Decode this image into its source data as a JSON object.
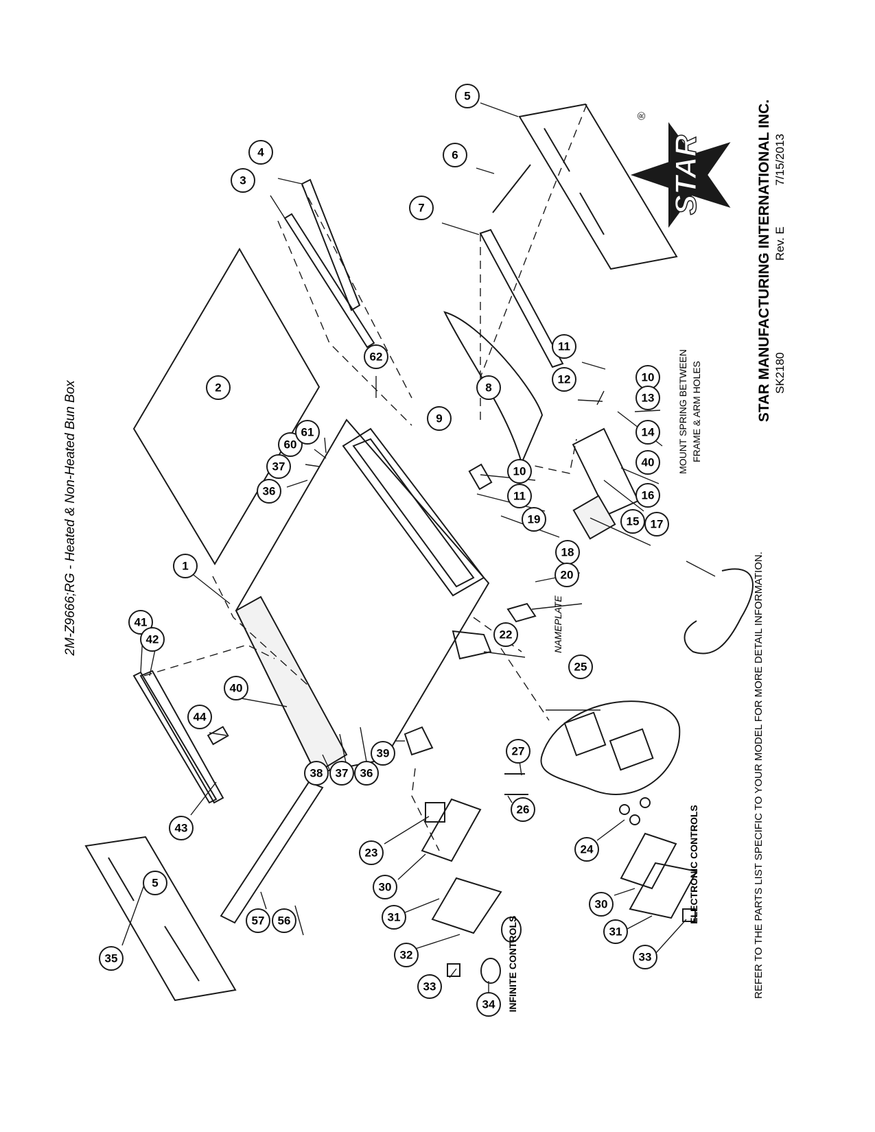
{
  "title": "2M-Z9666;RG - Heated & Non-Heated Bun Box",
  "company": "STAR MANUFACTURING INTERNATIONAL INC.",
  "logo_text": "STAR",
  "registered_mark": "®",
  "drawing_number": "SK2180",
  "revision": "Rev. E",
  "date": "7/15/2013",
  "footnote": "REFER TO THE PARTS LIST SPECIFIC TO YOUR MODEL FOR MORE DETAIL INFORMATION.",
  "labels": {
    "spring_note_line1": "MOUNT SPRING BETWEEN",
    "spring_note_line2": "FRAME & ARM HOLES",
    "nameplate": "NAMEPLATE",
    "infinite_controls": "INFINITE CONTROLS",
    "electronic_controls": "ELECTRONIC CONTROLS"
  },
  "callouts": [
    "1",
    "2",
    "3",
    "4",
    "5",
    "5",
    "6",
    "7",
    "8",
    "9",
    "10",
    "10",
    "11",
    "11",
    "12",
    "13",
    "14",
    "15",
    "16",
    "17",
    "18",
    "19",
    "20",
    "22",
    "23",
    "24",
    "25",
    "26",
    "27",
    "30",
    "30",
    "31",
    "31",
    "32",
    "33",
    "33",
    "34",
    "35",
    "36",
    "36",
    "37",
    "37",
    "38",
    "39",
    "40",
    "40",
    "41",
    "42",
    "43",
    "44",
    "56",
    "57",
    "60",
    "61",
    "62"
  ],
  "colors": {
    "ink": "#1a1a1a",
    "paper": "#ffffff"
  }
}
